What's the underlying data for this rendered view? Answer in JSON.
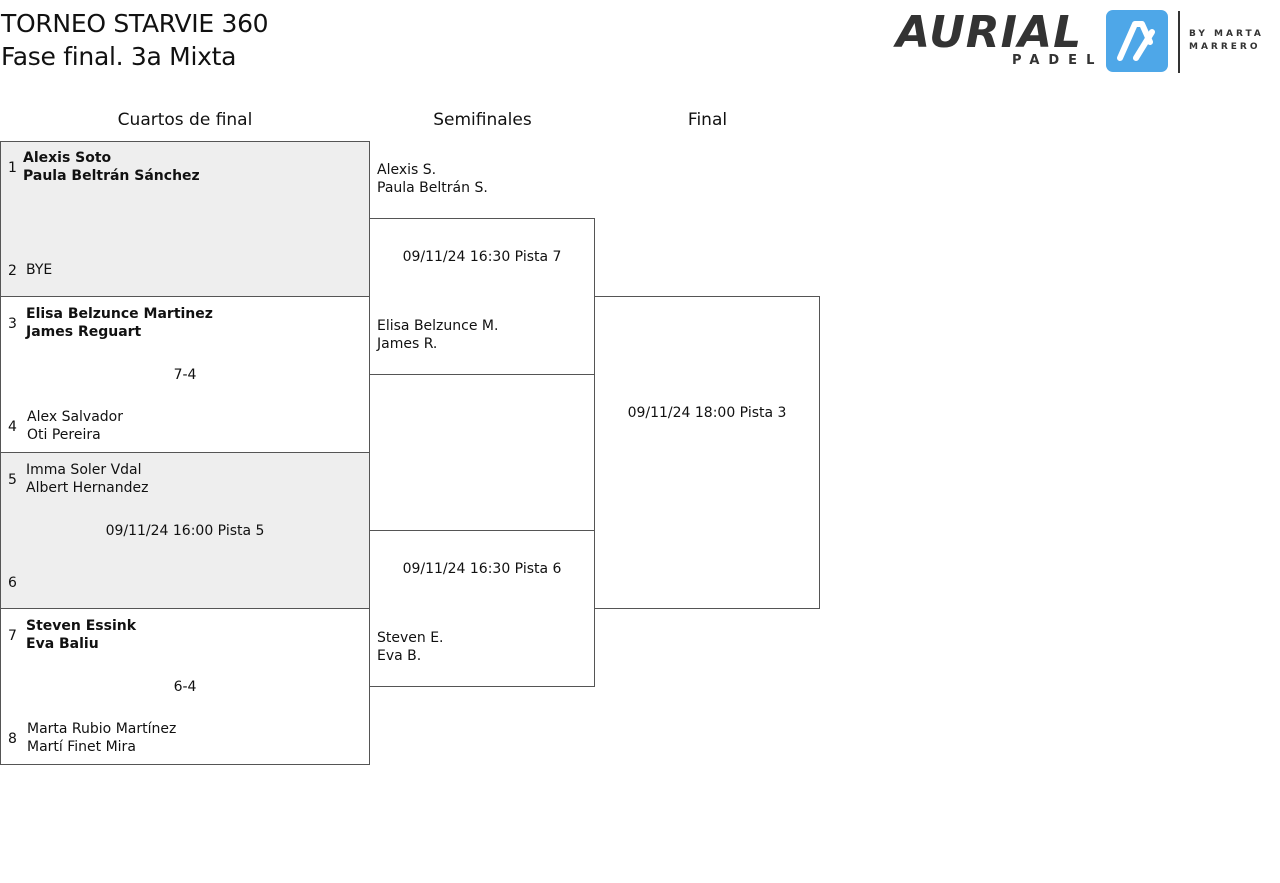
{
  "header": {
    "title": "TORNEO STARVIE 360",
    "subtitle": "Fase final. 3a Mixta"
  },
  "logo": {
    "word": "AURIAL",
    "sub": "PADEL",
    "by": "BY MARTA MARRERO",
    "brand_color": "#4ea7e8"
  },
  "columns": {
    "quarterfinals": "Cuartos de final",
    "semifinals": "Semifinales",
    "final": "Final"
  },
  "quarterfinals": [
    {
      "seed_a": "1",
      "team_a": [
        "Alexis Soto",
        "Paula Beltrán Sánchez"
      ],
      "seed_b": "2",
      "team_b": [
        "BYE",
        ""
      ],
      "info": ""
    },
    {
      "seed_a": "3",
      "team_a": [
        "Elisa Belzunce Martinez",
        "James Reguart"
      ],
      "seed_b": "4",
      "team_b": [
        "Alex Salvador",
        "Oti Pereira"
      ],
      "info": "7-4"
    },
    {
      "seed_a": "5",
      "team_a": [
        "Imma Soler Vdal",
        "Albert Hernandez"
      ],
      "seed_b": "6",
      "team_b": [
        "",
        ""
      ],
      "info": "09/11/24 16:00 Pista 5"
    },
    {
      "seed_a": "7",
      "team_a": [
        "Steven Essink",
        "Eva Baliu"
      ],
      "seed_b": "8",
      "team_b": [
        "Marta Rubio Martínez",
        "Martí Finet Mira"
      ],
      "info": "6-4"
    }
  ],
  "semifinals": [
    {
      "team_a": [
        "Alexis S.",
        "Paula Beltrán S."
      ],
      "team_b": [
        "Elisa Belzunce M.",
        "James R."
      ],
      "info": "09/11/24 16:30 Pista 7"
    },
    {
      "team_a": [
        "",
        ""
      ],
      "team_b": [
        "Steven E.",
        "Eva B."
      ],
      "info": "09/11/24 16:30 Pista 6"
    }
  ],
  "final": {
    "info": "09/11/24 18:00 Pista 3"
  }
}
